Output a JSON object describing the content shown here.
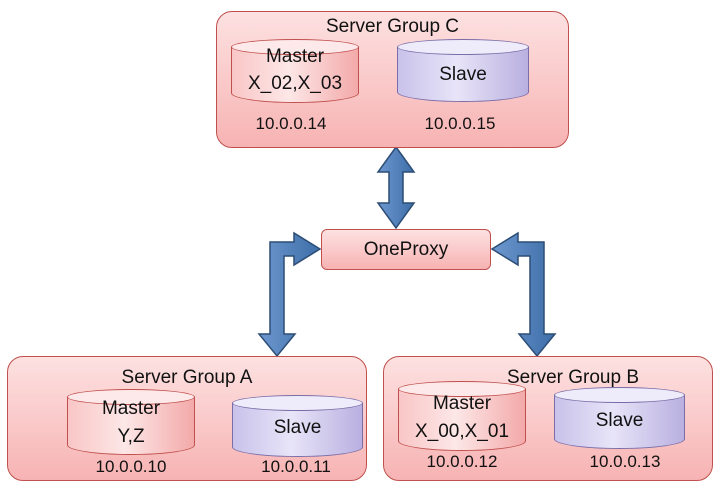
{
  "proxy": {
    "label": "OneProxy"
  },
  "groups": {
    "c": {
      "title": "Server Group C",
      "master": {
        "lines": [
          "Master",
          "X_02,X_03"
        ],
        "ip": "10.0.0.14"
      },
      "slave": {
        "label": "Slave",
        "ip": "10.0.0.15"
      }
    },
    "a": {
      "title": "Server Group A",
      "master": {
        "lines": [
          "Master",
          "Y,Z"
        ],
        "ip": "10.0.0.10"
      },
      "slave": {
        "label": "Slave",
        "ip": "10.0.0.11"
      }
    },
    "b": {
      "title": "Server Group B",
      "master": {
        "lines": [
          "Master",
          "X_00,X_01"
        ],
        "ip": "10.0.0.12"
      },
      "slave": {
        "label": "Slave",
        "ip": "10.0.0.13"
      }
    }
  },
  "colors": {
    "group_border": "#c0504d",
    "group_fill": "#f7b3b3",
    "master_fill": "#f9c6c6",
    "slave_fill": "#c9c2ea",
    "arrow_fill": "#4f81bd",
    "arrow_stroke": "#2c4d75"
  }
}
